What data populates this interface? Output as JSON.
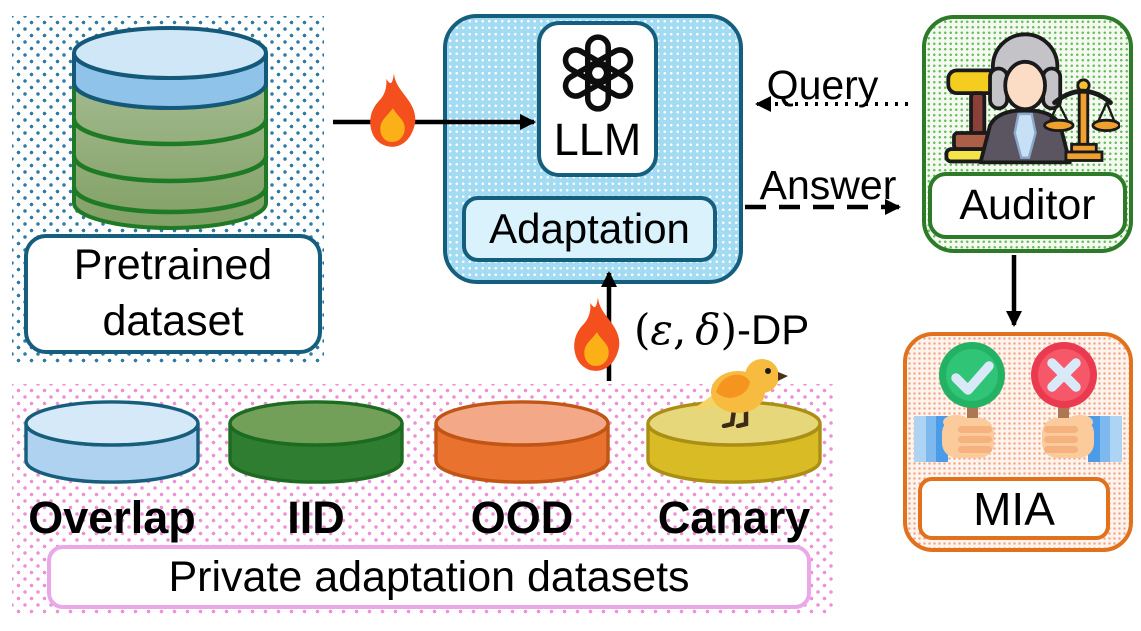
{
  "pretrained": {
    "line1": "Pretrained",
    "line2": "dataset"
  },
  "llm": {
    "label": "LLM"
  },
  "adaptation": {
    "label": "Adaptation"
  },
  "auditor": {
    "label": "Auditor"
  },
  "mia": {
    "label": "MIA"
  },
  "datasets": [
    {
      "name": "Overlap",
      "color": "#aed2ef"
    },
    {
      "name": "IID",
      "color": "#2e7d30"
    },
    {
      "name": "OOD",
      "color": "#e8722e"
    },
    {
      "name": "Canary",
      "color": "#d9bb26"
    }
  ],
  "private_label": "Private adaptation datasets",
  "arrows": {
    "query_label": "Query",
    "answer_label": "Answer",
    "dp_open": "(",
    "dp_epsilon": "ε",
    "dp_sep": ",",
    "dp_delta": "δ",
    "dp_close": ")",
    "dp_suffix": "-DP"
  },
  "colors": {
    "blue-border": "#155e7d",
    "blue-fill": "#a3dcf2",
    "adaptation-fill": "#d9f2fc",
    "green-border": "#2d7a28",
    "orange-border": "#e2711d",
    "pink-border": "#eba8e8",
    "blue-dot": "#2f7ba6",
    "pink-dot": "#ee90d8",
    "green-dot": "#6abf5e",
    "orange-dot": "#f59d7d",
    "check-green": "#2abc69",
    "cross-red": "#f4485c"
  }
}
